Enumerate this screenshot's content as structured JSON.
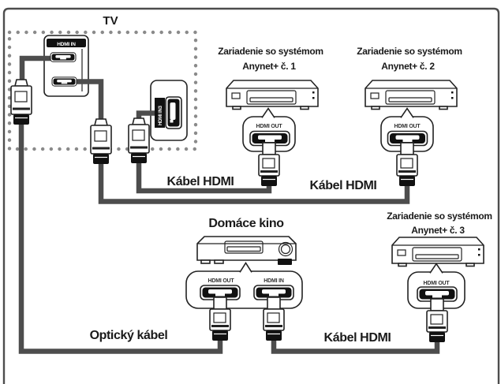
{
  "title": {
    "tv": "TV"
  },
  "tv_panel": {
    "header": "HDMI IN",
    "in3_label": "HDMI IN3"
  },
  "devices": {
    "anynet1": {
      "line1": "Zariadenie so systémom",
      "line2": "Anynet+ č. 1",
      "port": "HDMI OUT"
    },
    "anynet2": {
      "line1": "Zariadenie so systémom",
      "line2": "Anynet+ č. 2",
      "port": "HDMI OUT"
    },
    "anynet3": {
      "line1": "Zariadenie so systémom",
      "line2": "Anynet+ č. 3",
      "port": "HDMI OUT"
    },
    "home_theater": {
      "title": "Domáce kino",
      "port_out": "HDMI OUT",
      "port_in": "HDMI IN"
    }
  },
  "cables": {
    "hdmi_1": "Kábel HDMI",
    "hdmi_2": "Kábel HDMI",
    "hdmi_3": "Kábel HDMI",
    "optical": "Optický kábel"
  },
  "colors": {
    "cable": "#4d4d4d",
    "outline": "#222222",
    "frame": "#4d4d4d",
    "dots": "#8a8a8a",
    "port_fill": "#111111"
  }
}
